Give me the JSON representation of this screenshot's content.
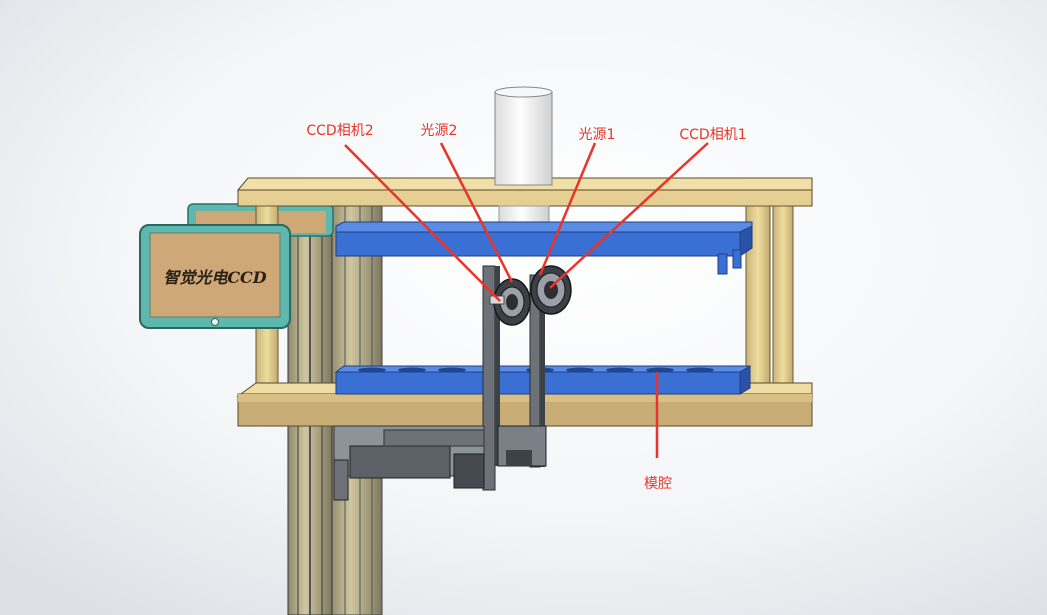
{
  "screen": {
    "label": "智觉光电CCD"
  },
  "callouts": [
    {
      "id": "ccd-camera-2",
      "text": "CCD相机2"
    },
    {
      "id": "light-source-2",
      "text": "光源2"
    },
    {
      "id": "light-source-1",
      "text": "光源1"
    },
    {
      "id": "ccd-camera-1",
      "text": "CCD相机1"
    },
    {
      "id": "mold-cavity",
      "text": "模腔"
    }
  ],
  "colors": {
    "annotation": "#e8352a",
    "wood": "#e7d29a",
    "wood_dark": "#c9ae72",
    "blue": "#3a6fd4",
    "blue_dark": "#2a52a8",
    "teal": "#4fb0a6",
    "metal": "#9aa0a6",
    "metal_dark": "#454a50",
    "pipe": "#f2f2f2"
  }
}
